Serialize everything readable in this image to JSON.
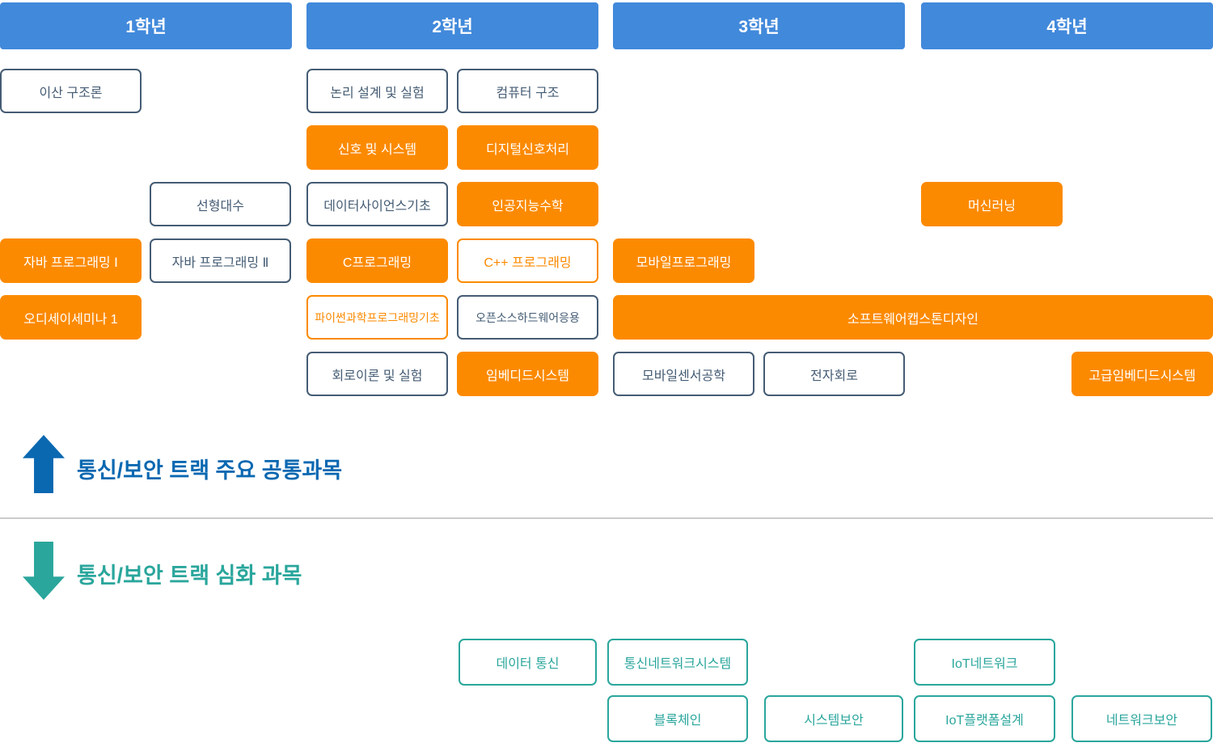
{
  "header": {
    "years": [
      {
        "label": "1학년"
      },
      {
        "label": "2학년"
      },
      {
        "label": "3학년"
      },
      {
        "label": "4학년"
      }
    ]
  },
  "courses": {
    "discrete_structures": {
      "label": "이산 구조론"
    },
    "linear_algebra": {
      "label": "선형대수"
    },
    "java_programming_1": {
      "label": "자바 프로그래밍 Ⅰ"
    },
    "java_programming_2": {
      "label": "자바 프로그래밍 Ⅱ"
    },
    "odyssey_seminar_1": {
      "label": "오디세이세미나 1"
    },
    "logic_design_lab": {
      "label": "논리 설계 및 실험"
    },
    "computer_architecture": {
      "label": "컴퓨터 구조"
    },
    "signals_and_systems": {
      "label": "신호 및 시스템"
    },
    "digital_signal_processing": {
      "label": "디지털신호처리"
    },
    "data_science_basics": {
      "label": "데이터사이언스기초"
    },
    "ai_mathematics": {
      "label": "인공지능수학"
    },
    "c_programming": {
      "label": "C프로그래밍"
    },
    "cpp_programming": {
      "label": "C++ 프로그래밍"
    },
    "python_scientific_programming_basics": {
      "label": "파이썬과학프로그래밍기초"
    },
    "open_source_hardware_applications": {
      "label": "오픈소스하드웨어응용"
    },
    "circuit_theory_lab": {
      "label": "회로이론 및 실험"
    },
    "embedded_systems": {
      "label": "임베디드시스템"
    },
    "mobile_programming": {
      "label": "모바일프로그래밍"
    },
    "software_capstone_design": {
      "label": "소프트웨어캡스톤디자인"
    },
    "mobile_sensor_engineering": {
      "label": "모바일센서공학"
    },
    "electronic_circuits": {
      "label": "전자회로"
    },
    "machine_learning": {
      "label": "머신러닝"
    },
    "advanced_embedded_systems": {
      "label": "고급임베디드시스템"
    }
  },
  "sections": {
    "common": {
      "label": "통신/보안 트랙 주요 공통과목",
      "arrow": "up-arrow"
    },
    "advanced": {
      "label": "통신/보안 트랙 심화 과목",
      "arrow": "down-arrow"
    }
  },
  "track_courses": {
    "data_communication": {
      "label": "데이터 통신"
    },
    "comm_network_systems": {
      "label": "통신네트워크시스템"
    },
    "iot_network": {
      "label": "IoT네트워크"
    },
    "blockchain": {
      "label": "블록체인"
    },
    "system_security": {
      "label": "시스템보안"
    },
    "iot_platform_design": {
      "label": "IoT플랫폼설계"
    },
    "network_security": {
      "label": "네트워크보안"
    }
  },
  "colors": {
    "header_blue": "#4189db",
    "course_orange": "#fc8a00",
    "outline_dark": "#455c74",
    "track_teal": "#2aa69c",
    "arrow_blue": "#0a68b1",
    "divider_gray": "#cccccc"
  }
}
